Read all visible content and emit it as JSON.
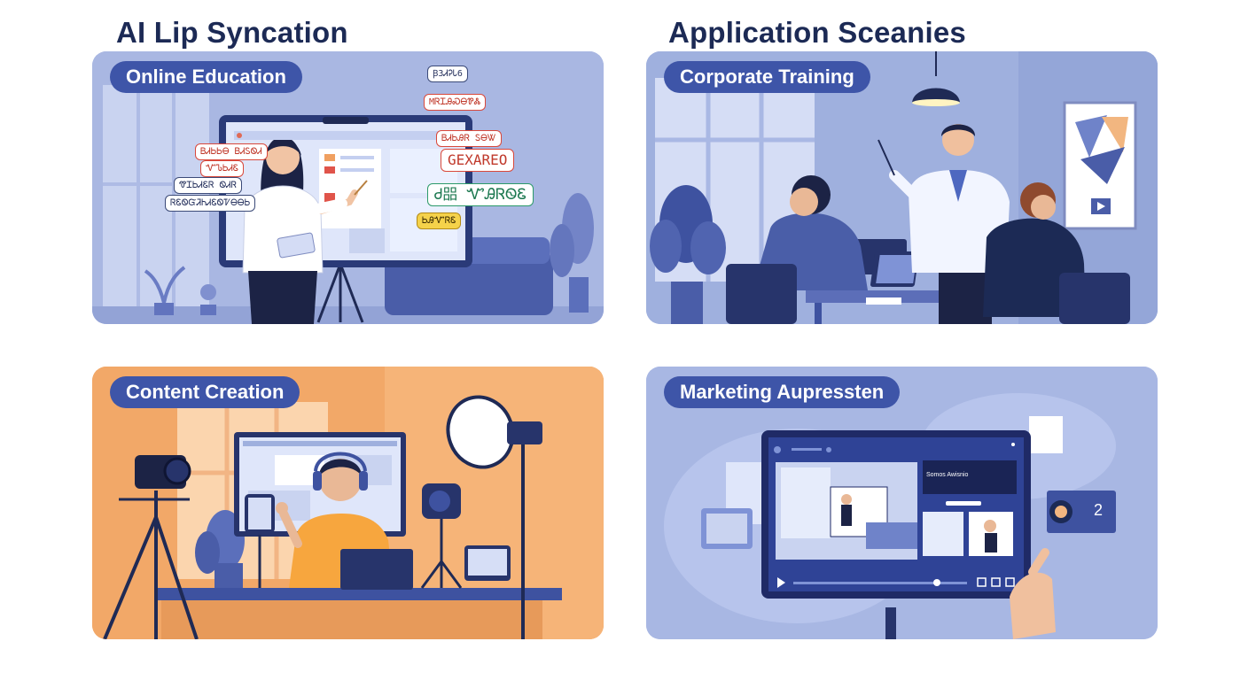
{
  "headings": {
    "left": "AI Lip Syncation",
    "right": "Application Sceanies"
  },
  "panels": {
    "online_education": {
      "label": "Online Education",
      "bubbles": [
        "Ꞵ3ᏗᎮᏓ6",
        "MᏒᏆᎯᏍᎾᏈᏜ",
        "ᏴᏗᏏᎯᏒ ᏚᎾᏔ",
        "GEXAREO",
        "Ꮷ㗊 ᏉᎯᏒᏫᏋ",
        "ᏏᎯᏉᏒᏋ",
        "ᏴᏗᏏᏏᎾ ᏴᏗᏚᏫᏗ",
        "ᏉᏖᏏᏗᏋ",
        "ᏡᏆᏏᏗᏋᏒ ᏫᏗᏒ",
        "ᏒᏋᏫᏳᏘᏂᏗᏋᏫᏤᎾᎾᏏ"
      ]
    },
    "corporate_training": {
      "label": "Corporate Training"
    },
    "content_creation": {
      "label": "Content Creation"
    },
    "marketing": {
      "label": "Marketing Aupressten",
      "screen_caption": "Somos Awisnio",
      "card_number": "2"
    }
  },
  "colors": {
    "heading": "#1c2a55",
    "pill": "#3e55a8",
    "panel_blue": "#a9b7e2",
    "panel_orange": "#f2a868"
  }
}
